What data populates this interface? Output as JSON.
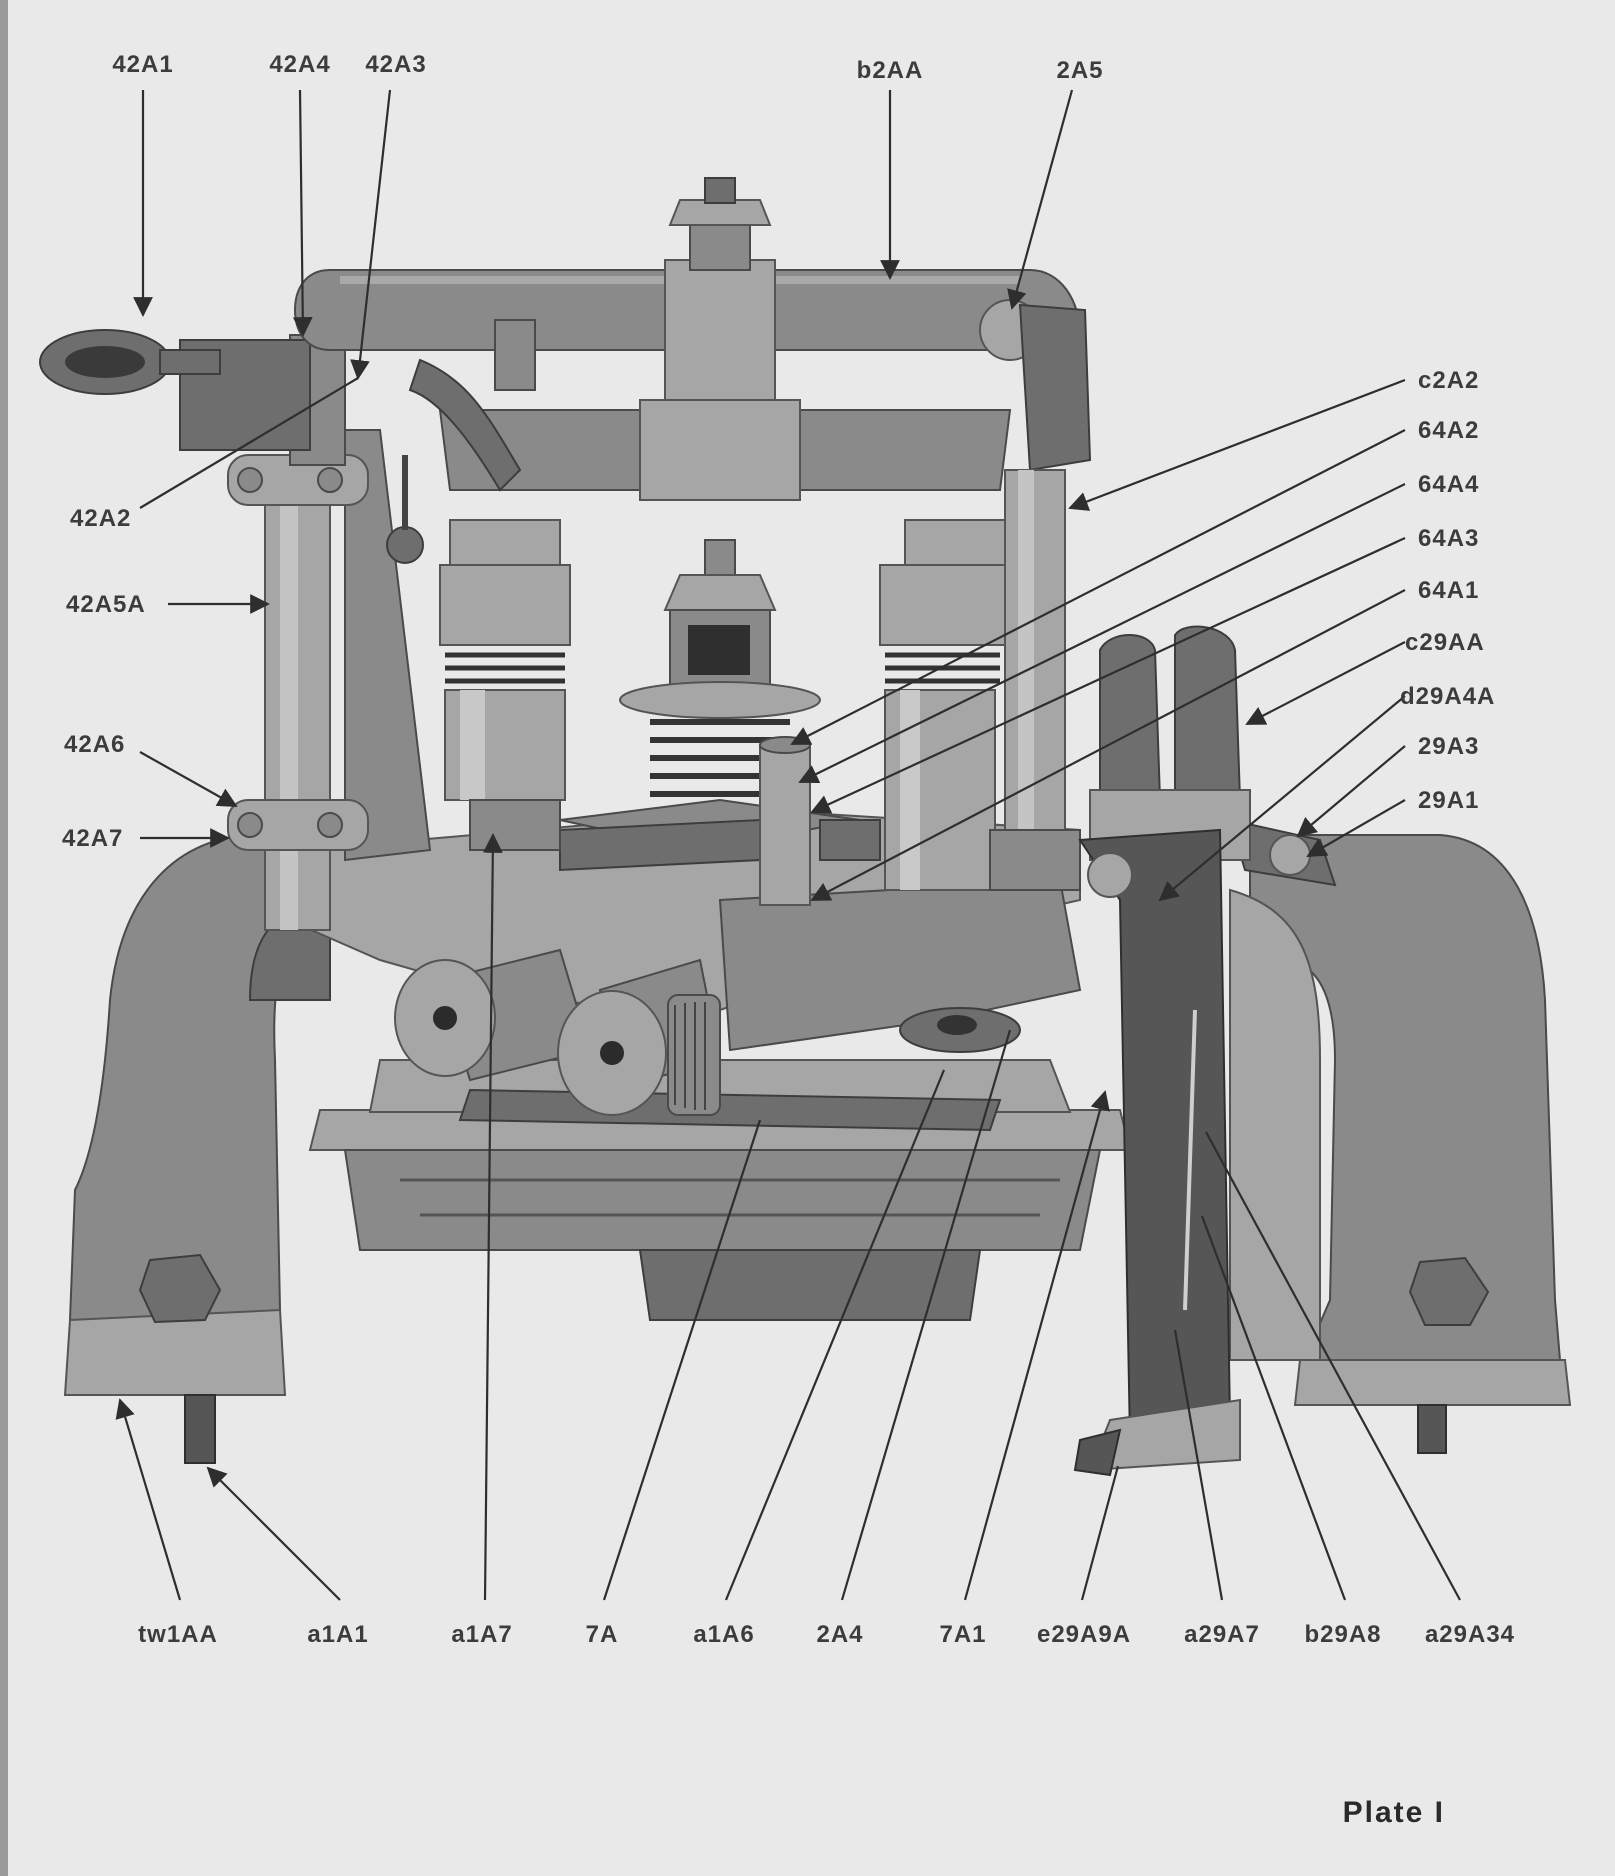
{
  "plate_title": "Plate I",
  "callouts": {
    "top": [
      "42A1",
      "42A4",
      "42A3",
      "b2AA",
      "2A5"
    ],
    "left": [
      "42A2",
      "42A5A",
      "42A6",
      "42A7"
    ],
    "right": [
      "c2A2",
      "64A2",
      "64A4",
      "64A3",
      "64A1",
      "c29AA",
      "d29A4A",
      "29A3",
      "29A1"
    ],
    "bottom": [
      "tw1AA",
      "a1A1",
      "a1A7",
      "7A",
      "a1A6",
      "2A4",
      "7A1",
      "e29A9A",
      "a29A7",
      "b29A8",
      "a29A34"
    ]
  }
}
